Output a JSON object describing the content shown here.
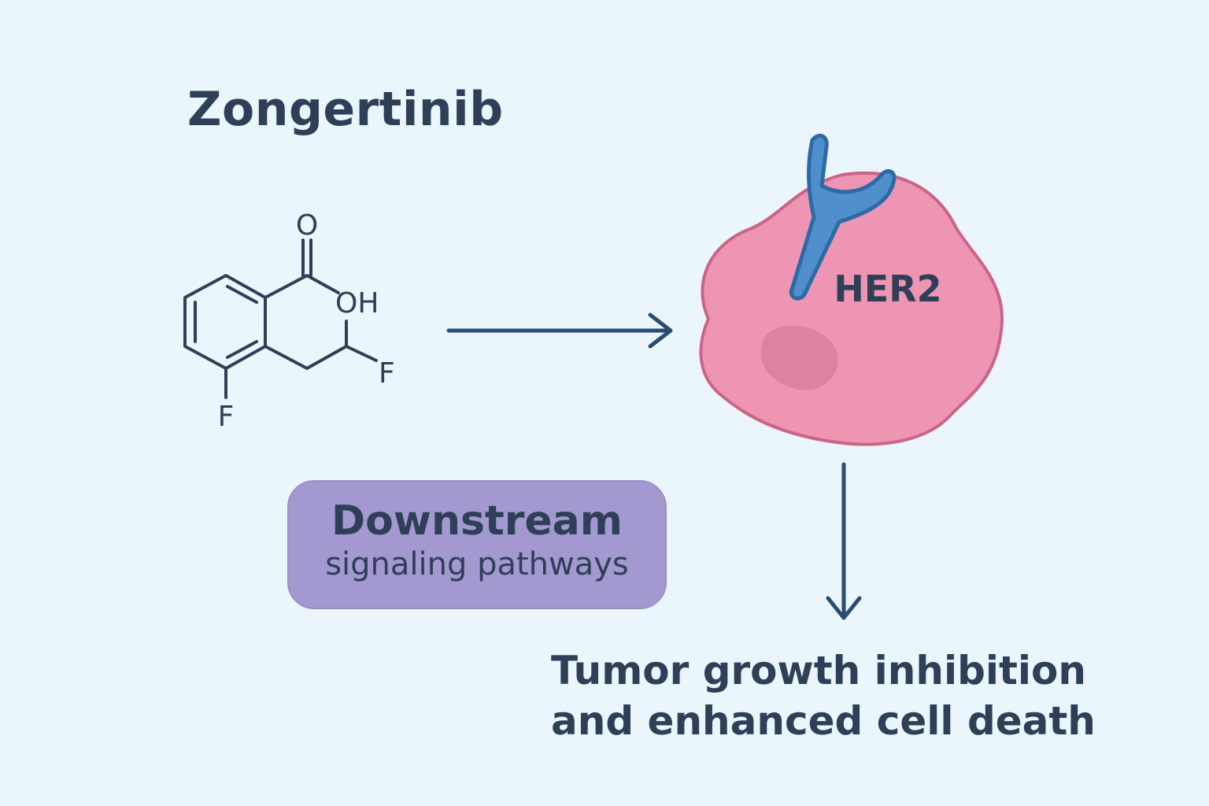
{
  "drug": {
    "name": "Zongertinib",
    "structure_labels": {
      "oxygen": "O",
      "hydroxyl": "OH",
      "fluorine_right": "F",
      "fluorine_bottom": "F"
    }
  },
  "receptor": {
    "label": "HER2"
  },
  "pathway": {
    "title": "Downstream",
    "subtitle": "signaling pathways"
  },
  "outcome": {
    "line1": "Tumor growth inhibition",
    "line2": "and enhanced cell death"
  },
  "colors": {
    "background": "#eaf6fc",
    "text": "#2e3f57",
    "arrow": "#2b4c6f",
    "cell_fill": "#ed95b2",
    "cell_stroke": "#cc6488",
    "nucleus": "#d97f9b",
    "receptor_fill": "#4f8fcb",
    "receptor_stroke": "#2e6aa6",
    "pathway_box": "#a398cf"
  },
  "icons": {
    "cell": "tumor-cell-icon",
    "receptor": "her2-receptor-icon",
    "molecule": "molecule-structure-icon"
  }
}
